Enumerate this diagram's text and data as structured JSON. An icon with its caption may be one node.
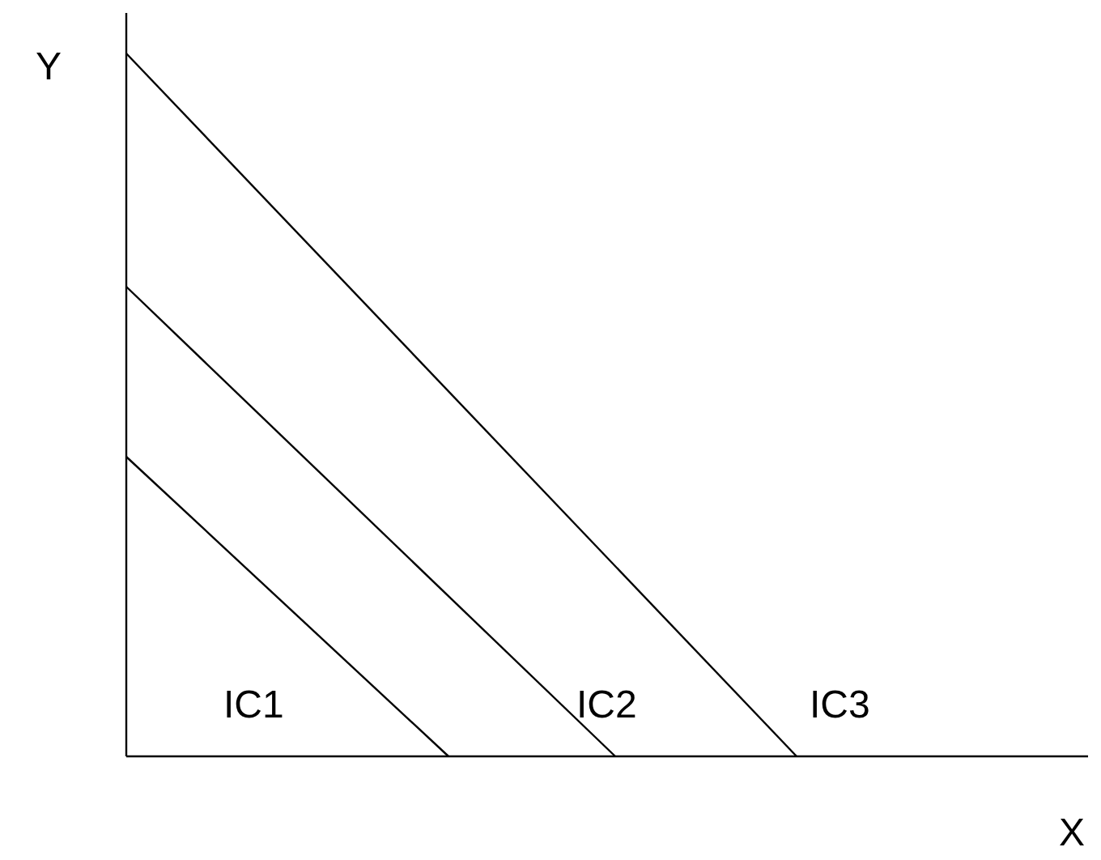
{
  "diagram": {
    "labels": [
      "Y",
      "IC1",
      "IC2",
      "IC3",
      "X"
    ]
  }
}
